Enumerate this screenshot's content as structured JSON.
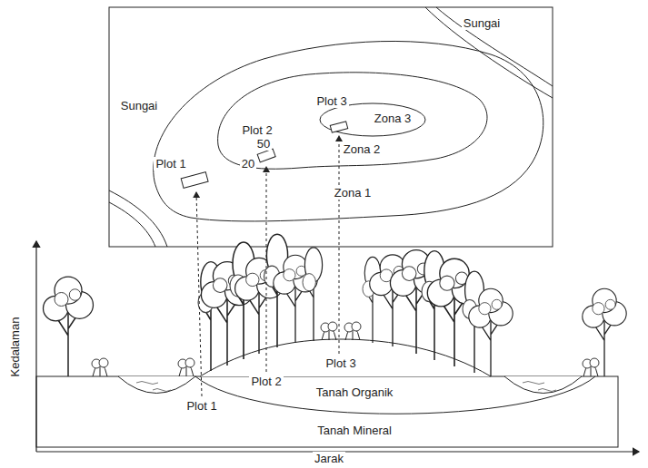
{
  "diagram": {
    "labels": [
      "Sungai",
      "Sungai",
      "Plot 1",
      "Plot 2",
      "50",
      "20",
      "Plot 3",
      "Zona 3",
      "Zona 2",
      "Zona 1",
      "Kedalaman",
      "Plot 1",
      "Plot 2",
      "Plot 3",
      "Tanah Organik",
      "Tanah Mineral",
      "Jarak"
    ]
  }
}
